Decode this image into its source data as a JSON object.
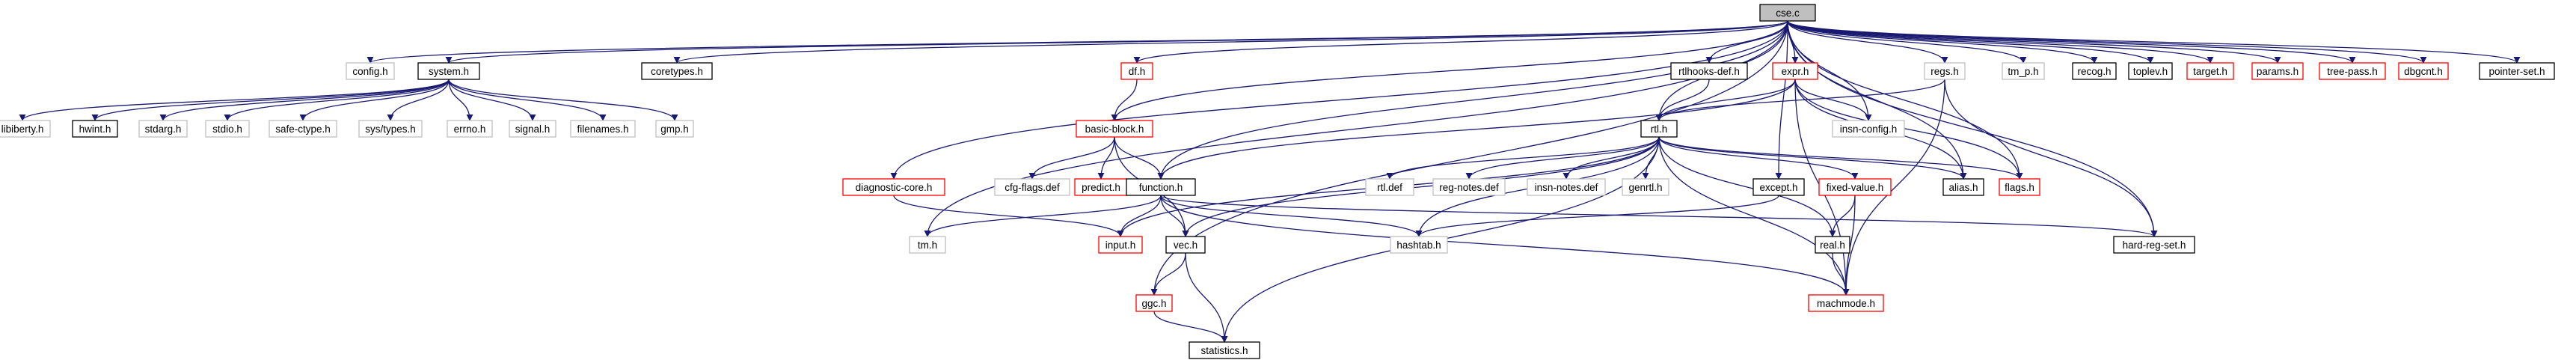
{
  "colors": {
    "edge": "#191970",
    "box_normal": "#000000",
    "box_red": "#ff0000",
    "box_gray": "#bfbfbf",
    "root_fill": "#bfbfbf"
  },
  "nodes": [
    {
      "id": "cse",
      "label": "cse.c",
      "style": "root"
    },
    {
      "id": "config",
      "label": "config.h",
      "style": "gray"
    },
    {
      "id": "system",
      "label": "system.h",
      "style": "black"
    },
    {
      "id": "coretypes",
      "label": "coretypes.h",
      "style": "black"
    },
    {
      "id": "df",
      "label": "df.h",
      "style": "red"
    },
    {
      "id": "rtlhooks",
      "label": "rtlhooks-def.h",
      "style": "black"
    },
    {
      "id": "expr",
      "label": "expr.h",
      "style": "red"
    },
    {
      "id": "regs",
      "label": "regs.h",
      "style": "gray"
    },
    {
      "id": "tm_p",
      "label": "tm_p.h",
      "style": "gray"
    },
    {
      "id": "recog",
      "label": "recog.h",
      "style": "black"
    },
    {
      "id": "toplev",
      "label": "toplev.h",
      "style": "black"
    },
    {
      "id": "target",
      "label": "target.h",
      "style": "red"
    },
    {
      "id": "params",
      "label": "params.h",
      "style": "red"
    },
    {
      "id": "treepass",
      "label": "tree-pass.h",
      "style": "red"
    },
    {
      "id": "dbgcnt",
      "label": "dbgcnt.h",
      "style": "red"
    },
    {
      "id": "pointerset",
      "label": "pointer-set.h",
      "style": "black"
    },
    {
      "id": "libiberty",
      "label": "libiberty.h",
      "style": "gray"
    },
    {
      "id": "hwint",
      "label": "hwint.h",
      "style": "black"
    },
    {
      "id": "stdarg",
      "label": "stdarg.h",
      "style": "gray"
    },
    {
      "id": "stdio",
      "label": "stdio.h",
      "style": "gray"
    },
    {
      "id": "safectype",
      "label": "safe-ctype.h",
      "style": "gray"
    },
    {
      "id": "systypes",
      "label": "sys/types.h",
      "style": "gray"
    },
    {
      "id": "errno",
      "label": "errno.h",
      "style": "gray"
    },
    {
      "id": "signal",
      "label": "signal.h",
      "style": "gray"
    },
    {
      "id": "filenames",
      "label": "filenames.h",
      "style": "gray"
    },
    {
      "id": "gmp",
      "label": "gmp.h",
      "style": "gray"
    },
    {
      "id": "basicblock",
      "label": "basic-block.h",
      "style": "red"
    },
    {
      "id": "rtl",
      "label": "rtl.h",
      "style": "black"
    },
    {
      "id": "insnconfig",
      "label": "insn-config.h",
      "style": "gray"
    },
    {
      "id": "diagcore",
      "label": "diagnostic-core.h",
      "style": "red"
    },
    {
      "id": "cfgflags",
      "label": "cfg-flags.def",
      "style": "gray"
    },
    {
      "id": "predict",
      "label": "predict.h",
      "style": "red"
    },
    {
      "id": "function",
      "label": "function.h",
      "style": "black"
    },
    {
      "id": "rtldef",
      "label": "rtl.def",
      "style": "gray"
    },
    {
      "id": "regnotes",
      "label": "reg-notes.def",
      "style": "gray"
    },
    {
      "id": "insnnotes",
      "label": "insn-notes.def",
      "style": "gray"
    },
    {
      "id": "genrtl",
      "label": "genrtl.h",
      "style": "gray"
    },
    {
      "id": "except",
      "label": "except.h",
      "style": "black"
    },
    {
      "id": "fixedvalue",
      "label": "fixed-value.h",
      "style": "red"
    },
    {
      "id": "alias",
      "label": "alias.h",
      "style": "black"
    },
    {
      "id": "flags",
      "label": "flags.h",
      "style": "red"
    },
    {
      "id": "tm",
      "label": "tm.h",
      "style": "gray"
    },
    {
      "id": "input",
      "label": "input.h",
      "style": "red"
    },
    {
      "id": "vec",
      "label": "vec.h",
      "style": "black"
    },
    {
      "id": "hashtab",
      "label": "hashtab.h",
      "style": "gray"
    },
    {
      "id": "real",
      "label": "real.h",
      "style": "black"
    },
    {
      "id": "hardregset",
      "label": "hard-reg-set.h",
      "style": "black"
    },
    {
      "id": "ggc",
      "label": "ggc.h",
      "style": "red"
    },
    {
      "id": "machmode",
      "label": "machmode.h",
      "style": "red"
    },
    {
      "id": "statistics",
      "label": "statistics.h",
      "style": "black"
    }
  ],
  "edges": [
    [
      "cse",
      "config"
    ],
    [
      "cse",
      "system"
    ],
    [
      "cse",
      "coretypes"
    ],
    [
      "cse",
      "df"
    ],
    [
      "cse",
      "rtlhooks"
    ],
    [
      "cse",
      "expr"
    ],
    [
      "cse",
      "regs"
    ],
    [
      "cse",
      "tm_p"
    ],
    [
      "cse",
      "recog"
    ],
    [
      "cse",
      "toplev"
    ],
    [
      "cse",
      "target"
    ],
    [
      "cse",
      "params"
    ],
    [
      "cse",
      "treepass"
    ],
    [
      "cse",
      "dbgcnt"
    ],
    [
      "cse",
      "pointerset"
    ],
    [
      "cse",
      "rtl"
    ],
    [
      "cse",
      "basicblock"
    ],
    [
      "cse",
      "function"
    ],
    [
      "cse",
      "diagcore"
    ],
    [
      "cse",
      "tm"
    ],
    [
      "cse",
      "ggc"
    ],
    [
      "cse",
      "insnconfig"
    ],
    [
      "cse",
      "flags"
    ],
    [
      "cse",
      "except"
    ],
    [
      "cse",
      "alias"
    ],
    [
      "cse",
      "hardregset"
    ],
    [
      "system",
      "libiberty"
    ],
    [
      "system",
      "hwint"
    ],
    [
      "system",
      "stdarg"
    ],
    [
      "system",
      "stdio"
    ],
    [
      "system",
      "safectype"
    ],
    [
      "system",
      "systypes"
    ],
    [
      "system",
      "errno"
    ],
    [
      "system",
      "signal"
    ],
    [
      "system",
      "filenames"
    ],
    [
      "system",
      "gmp"
    ],
    [
      "df",
      "basicblock"
    ],
    [
      "rtlhooks",
      "rtl"
    ],
    [
      "expr",
      "rtl"
    ],
    [
      "expr",
      "insnconfig"
    ],
    [
      "expr",
      "function"
    ],
    [
      "expr",
      "alias"
    ],
    [
      "expr",
      "flags"
    ],
    [
      "expr",
      "machmode"
    ],
    [
      "regs",
      "rtl"
    ],
    [
      "regs",
      "machmode"
    ],
    [
      "regs",
      "hardregset"
    ],
    [
      "basicblock",
      "cfgflags"
    ],
    [
      "basicblock",
      "predict"
    ],
    [
      "basicblock",
      "function"
    ],
    [
      "basicblock",
      "vec"
    ],
    [
      "rtl",
      "rtldef"
    ],
    [
      "rtl",
      "regnotes"
    ],
    [
      "rtl",
      "insnnotes"
    ],
    [
      "rtl",
      "genrtl"
    ],
    [
      "rtl",
      "input"
    ],
    [
      "rtl",
      "vec"
    ],
    [
      "rtl",
      "fixedvalue"
    ],
    [
      "rtl",
      "alias"
    ],
    [
      "rtl",
      "flags"
    ],
    [
      "rtl",
      "hashtab"
    ],
    [
      "rtl",
      "real"
    ],
    [
      "rtl",
      "machmode"
    ],
    [
      "rtl",
      "statistics"
    ],
    [
      "diagcore",
      "input"
    ],
    [
      "function",
      "tm"
    ],
    [
      "function",
      "input"
    ],
    [
      "function",
      "vec"
    ],
    [
      "function",
      "hashtab"
    ],
    [
      "function",
      "hardregset"
    ],
    [
      "function",
      "machmode"
    ],
    [
      "except",
      "hashtab"
    ],
    [
      "fixedvalue",
      "real"
    ],
    [
      "fixedvalue",
      "machmode"
    ],
    [
      "vec",
      "ggc"
    ],
    [
      "vec",
      "statistics"
    ],
    [
      "ggc",
      "statistics"
    ],
    [
      "real",
      "machmode"
    ]
  ]
}
